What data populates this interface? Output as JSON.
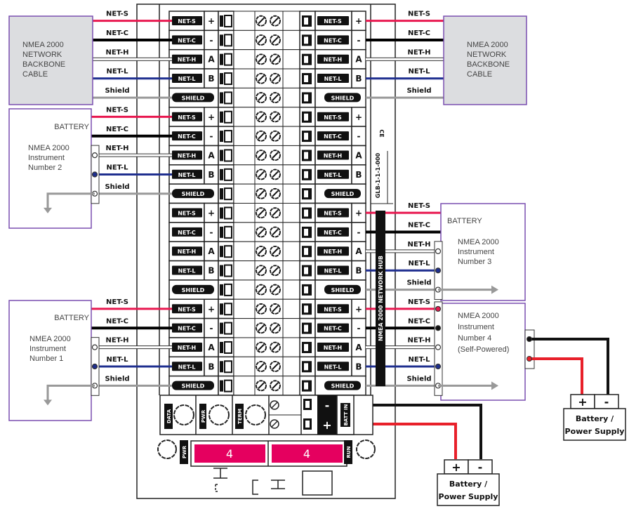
{
  "diagram": {
    "title": "NMEA 2000 Network Hub Wiring Diagram",
    "colors": {
      "net_s": "#e8174f",
      "net_c": "#000000",
      "net_h": "#ffffff",
      "net_l": "#1f2f8f",
      "shield": "#999999",
      "power_pos": "#e8202a",
      "box_border": "#7a4fb0",
      "backbone_fill": "#dcdde0",
      "led_fill": "#e5005f"
    },
    "wire_labels": [
      "NET-S",
      "NET-C",
      "NET-H",
      "NET-L",
      "Shield"
    ],
    "hub": {
      "left_terminal_labels": [
        "NET-S",
        "NET-C",
        "NET-H",
        "NET-L",
        "SHIELD"
      ],
      "left_terminal_signs": [
        "+",
        "-",
        "A",
        "B",
        ""
      ],
      "right_terminal_labels": [
        "NET-S",
        "NET-C",
        "NET-H",
        "NET-L",
        "SHIELD"
      ],
      "right_terminal_signs": [
        "+",
        "-",
        "A",
        "B",
        ""
      ],
      "group_count": 4,
      "vertical_mark": "CE",
      "vertical_part_number": "GLB-1-1-1-000",
      "vertical_name": "NMEA 2000 NETWORK HUB",
      "bottom_buttons": [
        "DATA",
        "PWR",
        "TERM"
      ],
      "power_terminal_signs": [
        "-",
        "+"
      ],
      "power_terminal_label": "BATT IN",
      "led_left_label": "PWR",
      "led_right_label": "RUN",
      "display_left": "4",
      "display_right": "4"
    },
    "devices": {
      "backbone_left": {
        "lines": [
          "NMEA 2000",
          "NETWORK",
          "BACKBONE",
          "CABLE"
        ]
      },
      "backbone_right": {
        "lines": [
          "NMEA 2000",
          "NETWORK",
          "BACKBONE",
          "CABLE"
        ]
      },
      "instrument2": {
        "battery": "BATTERY",
        "lines": [
          "NMEA 2000",
          "Instrument",
          "Number 2"
        ]
      },
      "instrument1": {
        "battery": "BATTERY",
        "lines": [
          "NMEA 2000",
          "Instrument",
          "Number 1"
        ]
      },
      "instrument3": {
        "battery": "BATTERY",
        "lines": [
          "NMEA 2000",
          "Instrument",
          "Number 3"
        ]
      },
      "instrument4": {
        "lines": [
          "NMEA 2000",
          "Instrument",
          "Number 4",
          "(Self-Powered)"
        ]
      }
    },
    "power_supplies": [
      {
        "pos": "+",
        "neg": "-",
        "label_line1": "Battery /",
        "label_line2": "Power Supply"
      },
      {
        "pos": "+",
        "neg": "-",
        "label_line1": "Battery /",
        "label_line2": "Power Supply"
      }
    ]
  }
}
